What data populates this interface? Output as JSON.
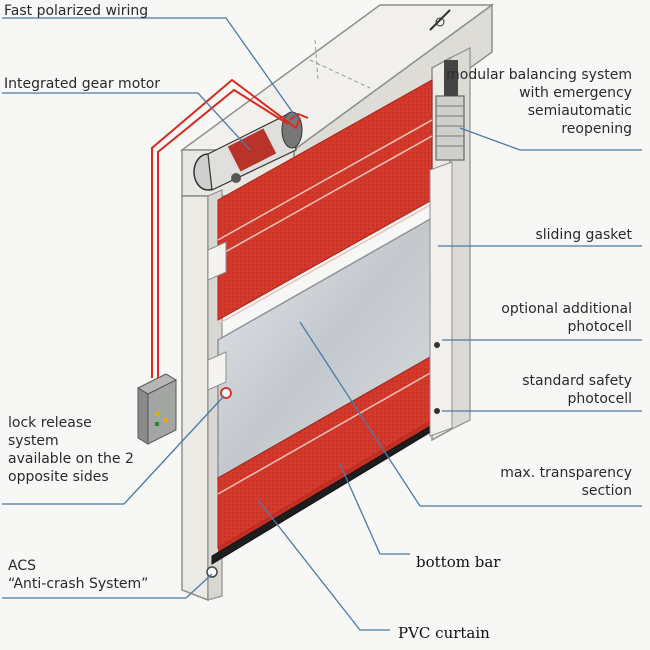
{
  "labels": {
    "fast_polarized_wiring": "Fast polarized wiring",
    "integrated_gear_motor": "Integrated gear motor",
    "modular_balancing_system": "modular balancing system\nwith emergency\nsemiautomatic\nreopening",
    "sliding_gasket": "sliding gasket",
    "optional_photocell": "optional additional\nphotocell",
    "standard_safety_photocell": "standard safety\nphotocell",
    "lock_release_system": "lock release\nsystem\navailable on the 2\nopposite sides",
    "max_transparency_section": "max. transparency\nsection",
    "bottom_bar": "bottom bar",
    "acs": "ACS\n“Anti-crash System”",
    "pvc_curtain": "PVC curtain"
  },
  "colors": {
    "curtain_red": "#d33a2c",
    "curtain_dark": "#b52a20",
    "frame": "#ecebe6",
    "frame_edge": "#8f8f8f",
    "leader_line": "#4a7aa8",
    "wiring": "#d92a1f",
    "window": "#c9cdd1",
    "control_box": "#9a9c9a"
  }
}
